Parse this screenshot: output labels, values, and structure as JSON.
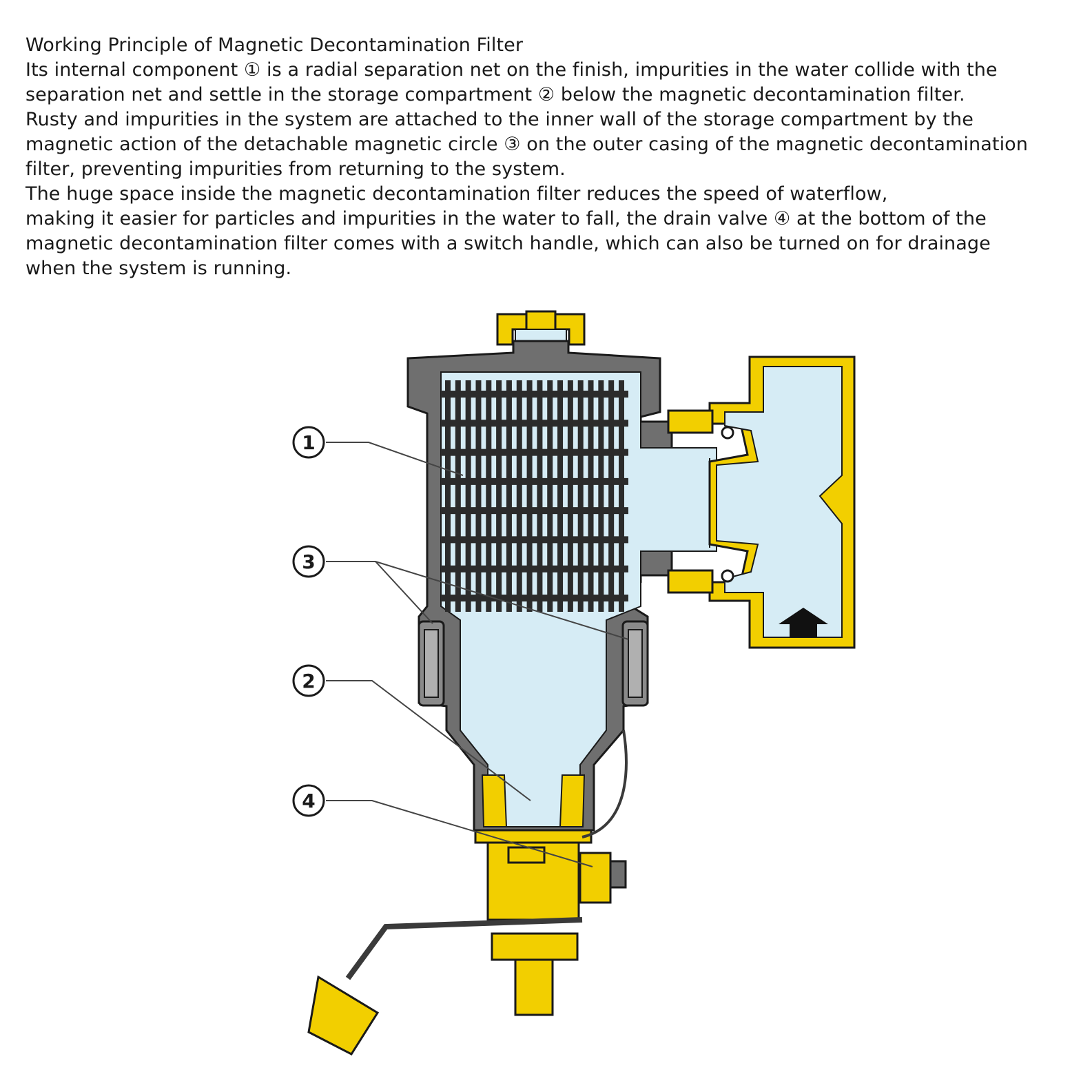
{
  "text": {
    "title": "Working Principle of Magnetic Decontamination Filter",
    "lines": [
      "Its internal component ① is a radial separation net on the finish, impurities in the water collide with the",
      "separation net and settle in the storage compartment ② below the magnetic decontamination filter.",
      "Rusty and impurities in the system are attached to the inner wall of the storage compartment by the",
      "magnetic action of the detachable magnetic circle ③ on the outer casing of the magnetic decontamination",
      "filter, preventing impurities from returning to the system.",
      "The huge space inside the magnetic decontamination filter reduces the speed of waterflow,",
      "making it easier for particles and impurities in the water to fall, the drain valve ④ at the bottom of the",
      "magnetic decontamination filter comes with a switch handle, which can also be turned on for drainage",
      "when the system is running."
    ]
  },
  "callouts": [
    "1",
    "3",
    "2",
    "4"
  ],
  "colors": {
    "housing": "#6f6f6f",
    "housing_dark": "#3a3a3a",
    "water": "#d6ecf5",
    "brass": "#f2cf00",
    "brass_dark": "#b89a00",
    "mesh": "#2b2b2b"
  },
  "icons": {
    "flow_arrow": "up-arrow-icon"
  }
}
